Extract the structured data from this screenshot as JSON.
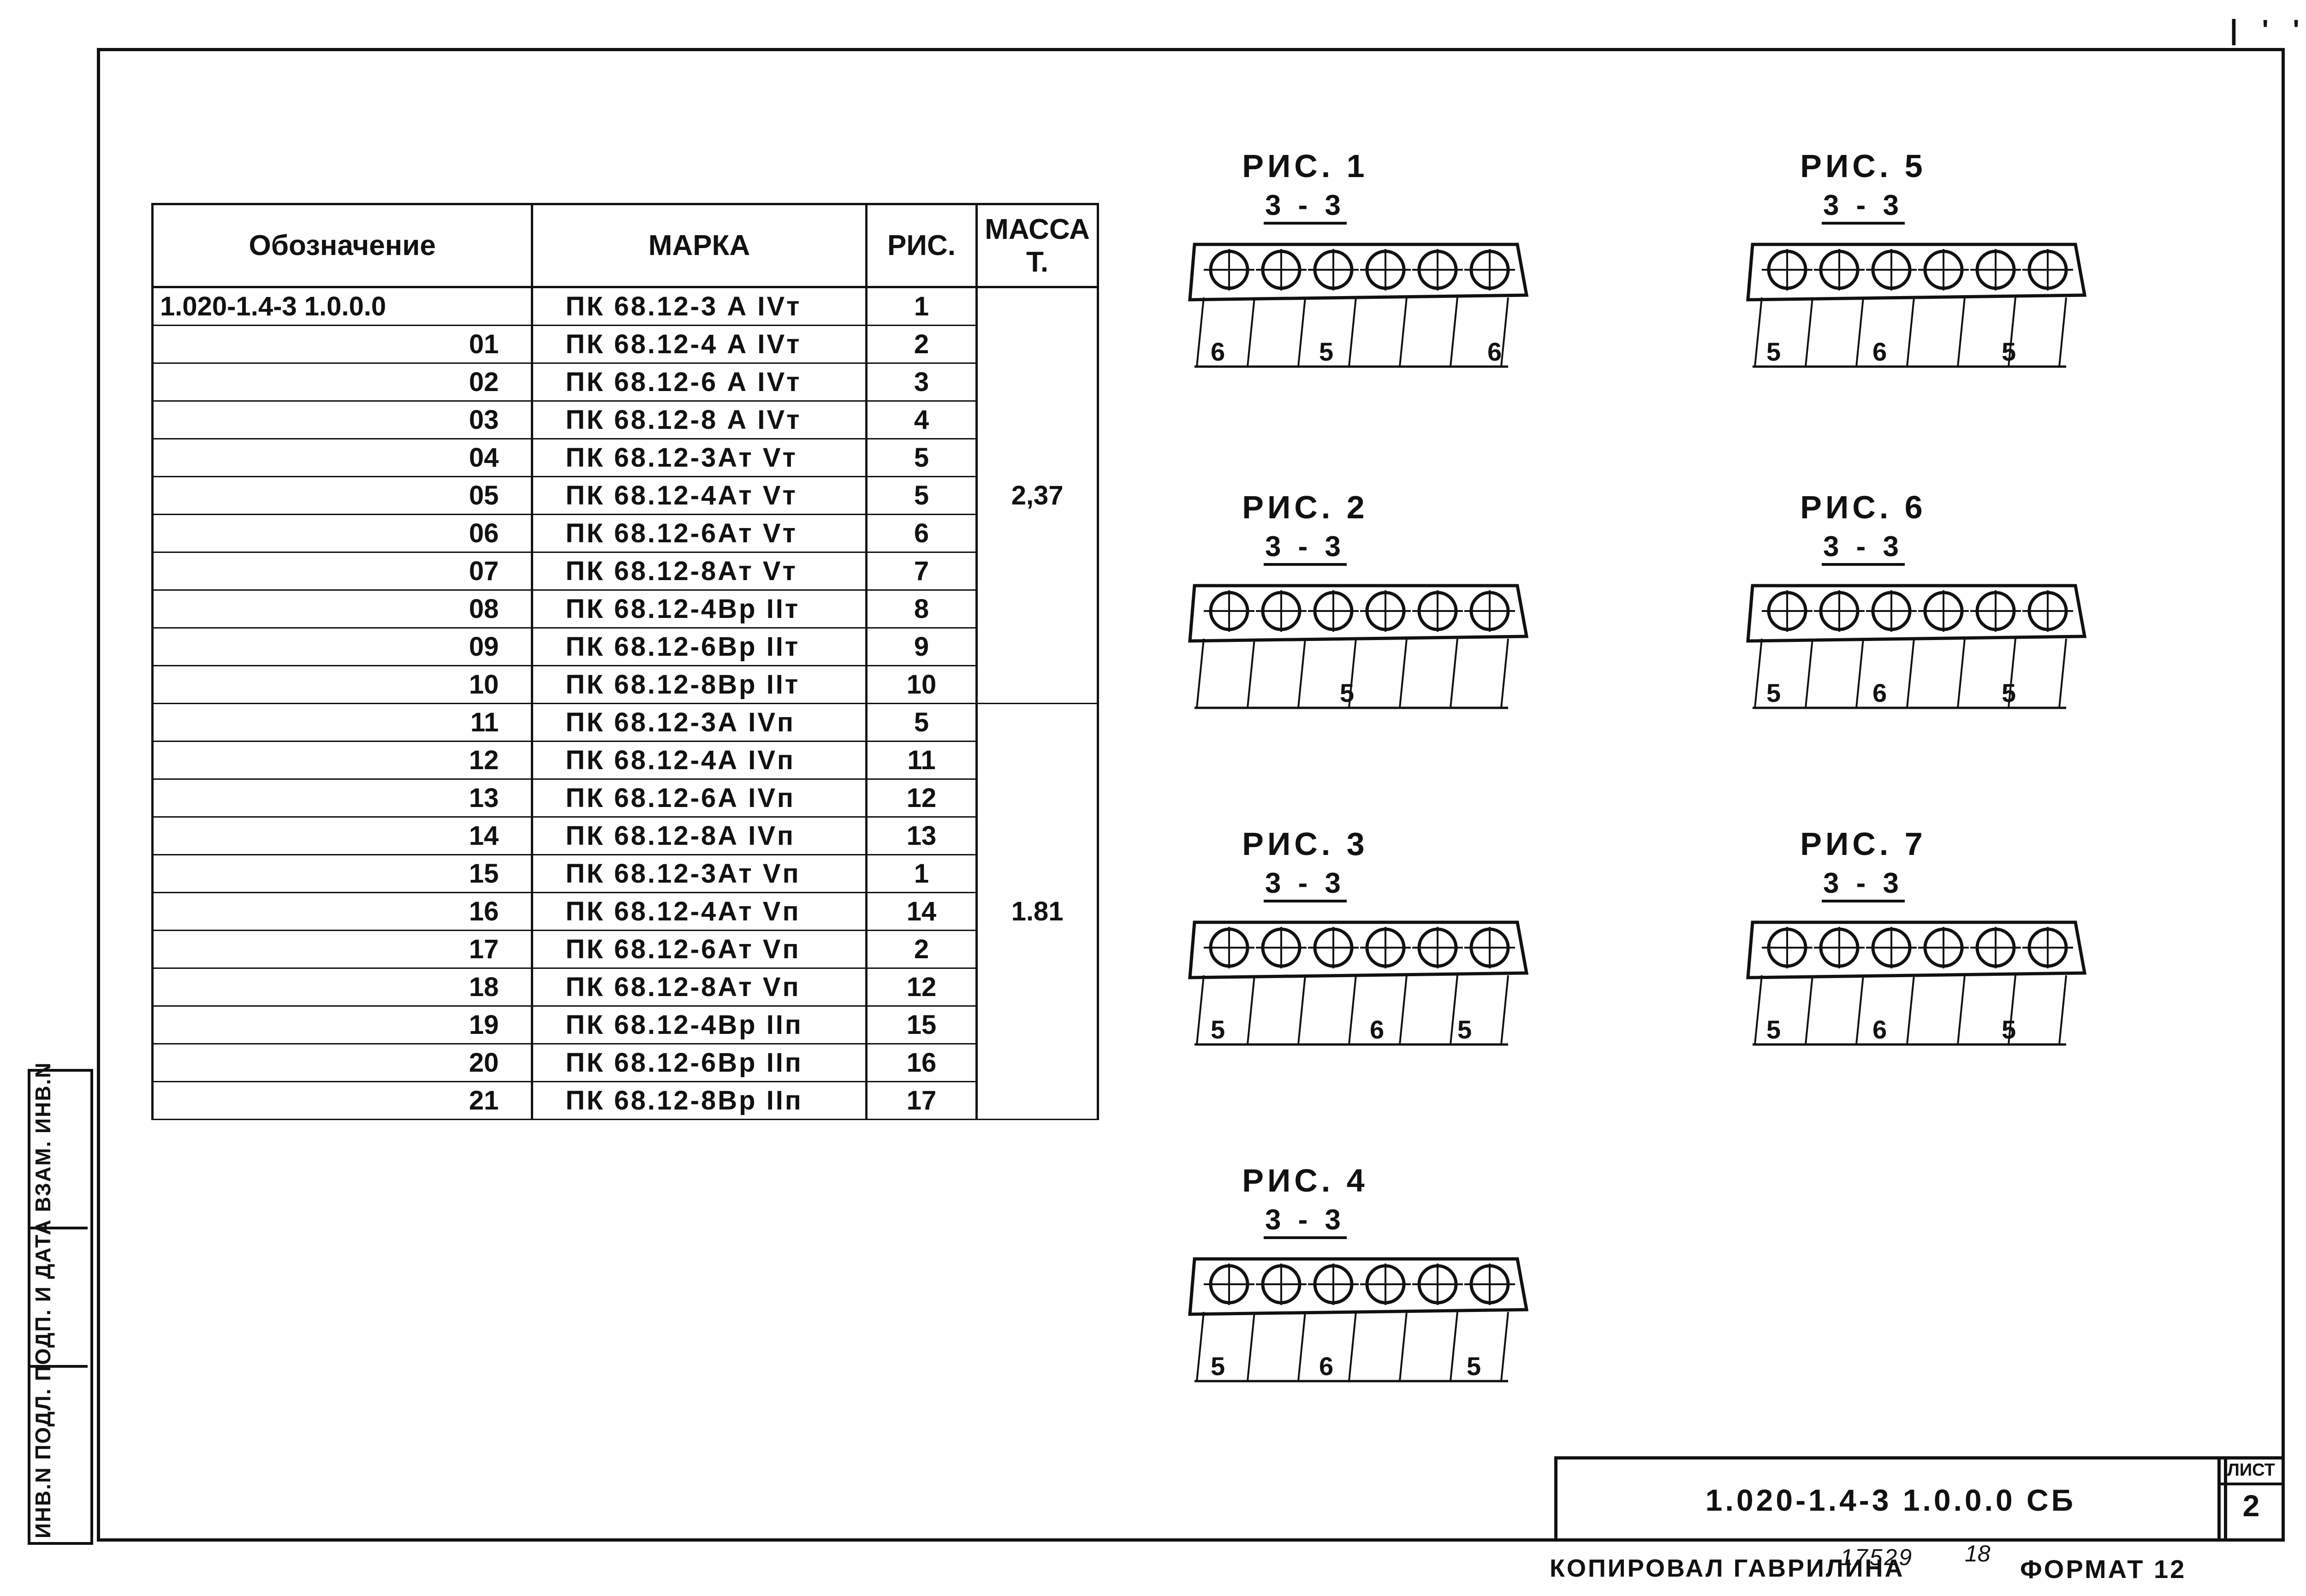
{
  "top_mark": "| ' '",
  "side_strip_text": "ИНВ.N ПОДЛ. ПОДП. И ДАТА ВЗАМ. ИНВ.N",
  "table": {
    "headers": {
      "oboz": "Обозначение",
      "marka": "МАРКА",
      "ris": "РИС.",
      "massa": "МАССА Т."
    },
    "rows": [
      {
        "oboz": "1.020-1.4-3 1.0.0.0",
        "marka": "ПК 68.12-3 А IVт",
        "ris": "1"
      },
      {
        "oboz": "01",
        "marka": "ПК 68.12-4 А IVт",
        "ris": "2"
      },
      {
        "oboz": "02",
        "marka": "ПК 68.12-6 А IVт",
        "ris": "3"
      },
      {
        "oboz": "03",
        "marka": "ПК 68.12-8 А IVт",
        "ris": "4"
      },
      {
        "oboz": "04",
        "marka": "ПК 68.12-3Ат Vт",
        "ris": "5"
      },
      {
        "oboz": "05",
        "marka": "ПК 68.12-4Ат Vт",
        "ris": "5"
      },
      {
        "oboz": "06",
        "marka": "ПК 68.12-6Ат Vт",
        "ris": "6"
      },
      {
        "oboz": "07",
        "marka": "ПК 68.12-8Ат Vт",
        "ris": "7"
      },
      {
        "oboz": "08",
        "marka": "ПК 68.12-4Вр IIт",
        "ris": "8"
      },
      {
        "oboz": "09",
        "marka": "ПК 68.12-6Вр IIт",
        "ris": "9"
      },
      {
        "oboz": "10",
        "marka": "ПК 68.12-8Вр IIт",
        "ris": "10"
      },
      {
        "oboz": "11",
        "marka": "ПК 68.12-3А IVп",
        "ris": "5"
      },
      {
        "oboz": "12",
        "marka": "ПК 68.12-4А IVп",
        "ris": "11"
      },
      {
        "oboz": "13",
        "marka": "ПК 68.12-6А IVп",
        "ris": "12"
      },
      {
        "oboz": "14",
        "marka": "ПК 68.12-8А IVп",
        "ris": "13"
      },
      {
        "oboz": "15",
        "marka": "ПК 68.12-3Ат Vп",
        "ris": "1"
      },
      {
        "oboz": "16",
        "marka": "ПК 68.12-4Ат Vп",
        "ris": "14"
      },
      {
        "oboz": "17",
        "marka": "ПК 68.12-6Ат Vп",
        "ris": "2"
      },
      {
        "oboz": "18",
        "marka": "ПК 68.12-8Ат Vп",
        "ris": "12"
      },
      {
        "oboz": "19",
        "marka": "ПК 68.12-4Вр IIп",
        "ris": "15"
      },
      {
        "oboz": "20",
        "marka": "ПК 68.12-6Вр IIп",
        "ris": "16"
      },
      {
        "oboz": "21",
        "marka": "ПК 68.12-8Вр IIп",
        "ris": "17"
      }
    ],
    "massa_groups": [
      "2,37",
      "1.81"
    ]
  },
  "figures": [
    {
      "title": "РИС. 1",
      "section": "3 - 3",
      "labels": [
        "6",
        "5",
        "6"
      ]
    },
    {
      "title": "РИС. 2",
      "section": "3 - 3",
      "labels": [
        "5"
      ]
    },
    {
      "title": "РИС. 3",
      "section": "3 - 3",
      "labels": [
        "5",
        "6",
        "5"
      ]
    },
    {
      "title": "РИС. 4",
      "section": "3 - 3",
      "labels": [
        "5",
        "6",
        "5"
      ]
    },
    {
      "title": "РИС. 5",
      "section": "3 - 3",
      "labels": [
        "5",
        "6",
        "5"
      ]
    },
    {
      "title": "РИС. 6",
      "section": "3 - 3",
      "labels": [
        "5",
        "6",
        "5"
      ]
    },
    {
      "title": "РИС. 7",
      "section": "3 - 3",
      "labels": [
        "5",
        "6",
        "5"
      ]
    }
  ],
  "stamp": {
    "code": "1.020-1.4-3 1.0.0.0 СБ",
    "sheet_label": "ЛИСТ",
    "sheet_number": "2"
  },
  "footer": {
    "copied": "КОПИРОВАЛ ГАВРИЛИНА",
    "number": "17529",
    "number2": "18",
    "format": "ФОРМАТ 12"
  }
}
